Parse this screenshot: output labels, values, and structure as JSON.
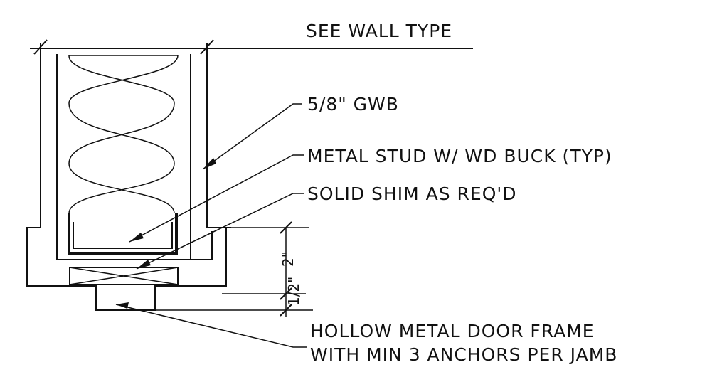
{
  "labels": {
    "wall_type": "SEE WALL TYPE",
    "gwb": "5/8\" GWB",
    "stud": "METAL STUD W/ WD BUCK (TYP)",
    "shim": "SOLID SHIM AS REQ'D",
    "frame_line1": "HOLLOW METAL DOOR FRAME",
    "frame_line2": "WITH MIN 3 ANCHORS PER JAMB"
  },
  "dimensions": {
    "upper": "2\"",
    "lower": "1/2\""
  }
}
